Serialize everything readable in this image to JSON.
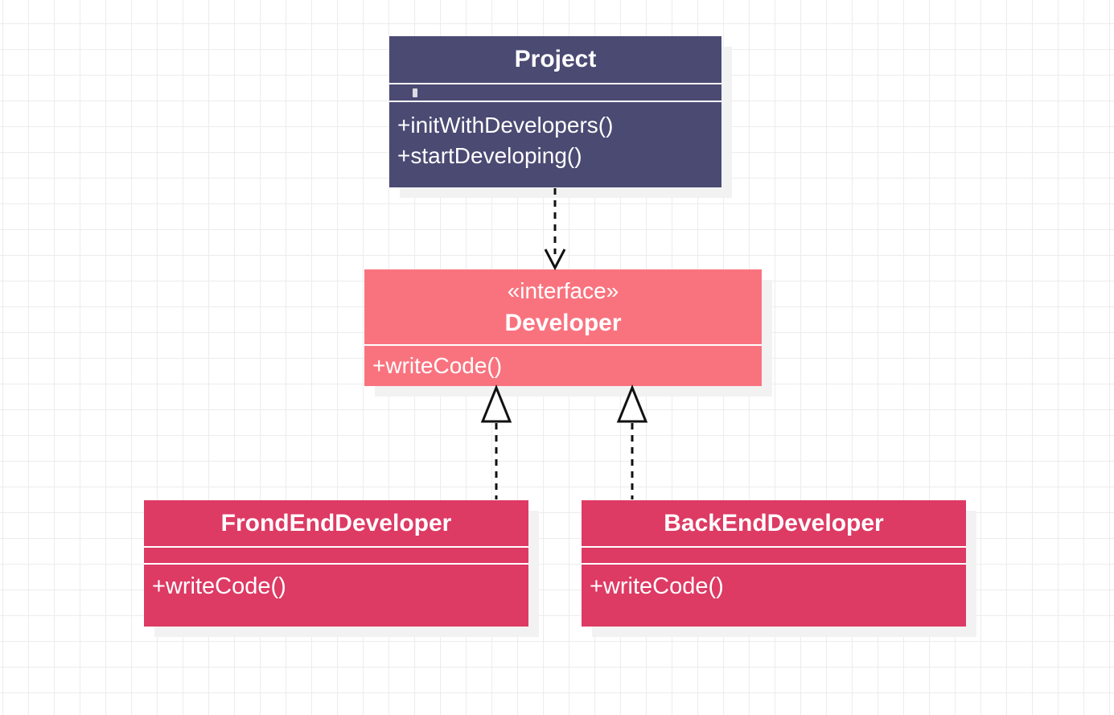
{
  "diagram": {
    "type": "uml-class-diagram",
    "classes": {
      "project": {
        "name": "Project",
        "stereotype": "",
        "attributes": [],
        "methods": [
          "+initWithDevelopers()",
          "+startDeveloping()"
        ],
        "color": "#4a4a73"
      },
      "developer": {
        "name": "Developer",
        "stereotype": "«interface»",
        "attributes": [],
        "methods": [
          "+writeCode()"
        ],
        "color": "#f9737f"
      },
      "frontend": {
        "name": "FrondEndDeveloper",
        "stereotype": "",
        "attributes": [],
        "methods": [
          "+writeCode()"
        ],
        "color": "#dd3a64"
      },
      "backend": {
        "name": "BackEndDeveloper",
        "stereotype": "",
        "attributes": [],
        "methods": [
          "+writeCode()"
        ],
        "color": "#dd3a64"
      }
    },
    "relationships": [
      {
        "from": "Project",
        "to": "Developer",
        "type": "dependency",
        "line": "dashed",
        "arrowhead": "open-v"
      },
      {
        "from": "FrondEndDeveloper",
        "to": "Developer",
        "type": "realization",
        "line": "dashed",
        "arrowhead": "hollow-triangle"
      },
      {
        "from": "BackEndDeveloper",
        "to": "Developer",
        "type": "realization",
        "line": "dashed",
        "arrowhead": "hollow-triangle"
      }
    ],
    "colors": {
      "project_fill": "#4a4a73",
      "interface_fill": "#f9737f",
      "class_fill": "#dd3a64",
      "text": "#ffffff",
      "connector": "#111111",
      "shadow": "#f2f2f2",
      "grid_line": "#ececec",
      "background": "#ffffff"
    }
  }
}
